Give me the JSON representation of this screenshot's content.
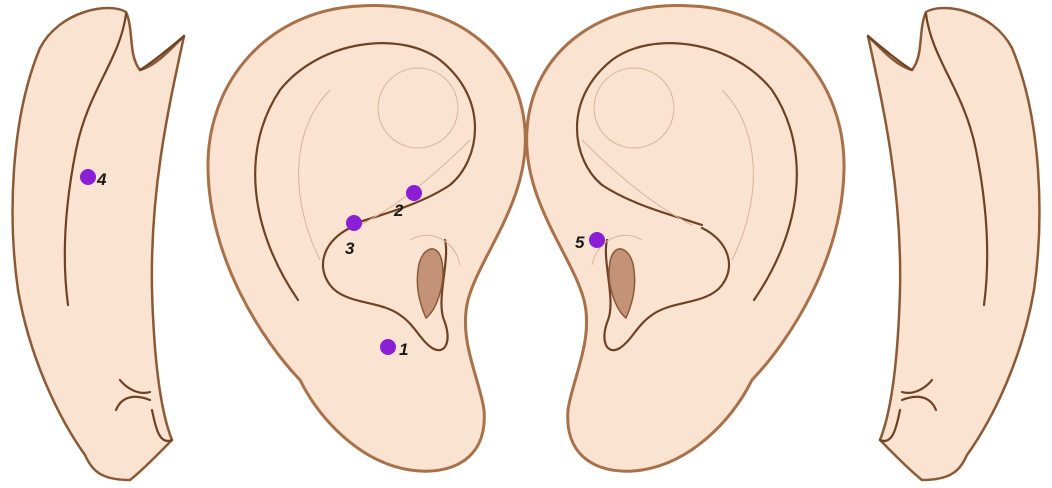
{
  "points": [
    {
      "label": "1"
    },
    {
      "label": "2"
    },
    {
      "label": "3"
    },
    {
      "label": "4"
    },
    {
      "label": "5"
    }
  ],
  "colors": {
    "skin": "#fbe3d2",
    "outline": "#8a5a36",
    "marker": "#8a1fd6",
    "canal": "#c49276"
  }
}
